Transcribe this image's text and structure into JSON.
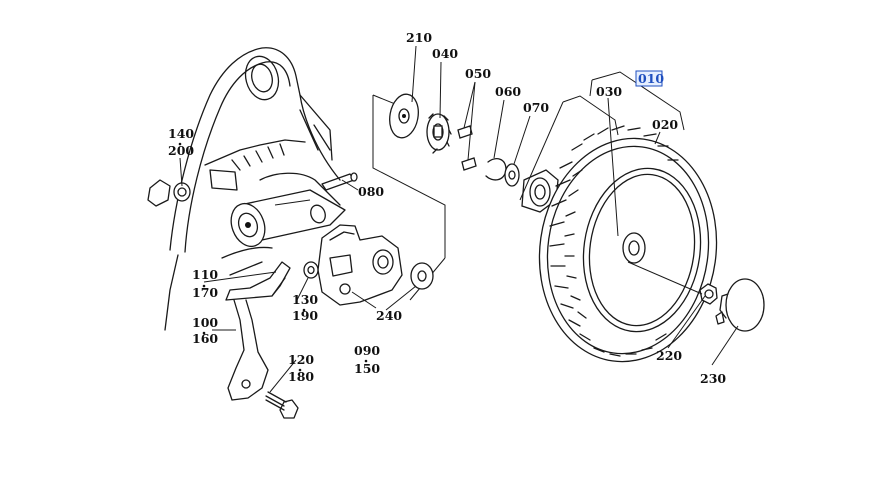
{
  "part_labels": [
    {
      "id": "p210",
      "text": "210"
    },
    {
      "id": "p040",
      "text": "040"
    },
    {
      "id": "p050",
      "text": "050"
    },
    {
      "id": "p060",
      "text": "060"
    },
    {
      "id": "p070",
      "text": "070"
    },
    {
      "id": "p030",
      "text": "030"
    },
    {
      "id": "p010",
      "text": "010",
      "highlighted": true
    },
    {
      "id": "p020",
      "text": "020"
    },
    {
      "id": "p140",
      "text": "140"
    },
    {
      "id": "p200",
      "text": "200"
    },
    {
      "id": "p080",
      "text": "080"
    },
    {
      "id": "p110",
      "text": "110"
    },
    {
      "id": "p170",
      "text": "170"
    },
    {
      "id": "p130",
      "text": "130"
    },
    {
      "id": "p190",
      "text": "190"
    },
    {
      "id": "p100",
      "text": "100"
    },
    {
      "id": "p160",
      "text": "160"
    },
    {
      "id": "p240",
      "text": "240"
    },
    {
      "id": "p090",
      "text": "090"
    },
    {
      "id": "p150",
      "text": "150"
    },
    {
      "id": "p120",
      "text": "120"
    },
    {
      "id": "p180",
      "text": "180"
    },
    {
      "id": "p220",
      "text": "220"
    },
    {
      "id": "p230",
      "text": "230"
    }
  ],
  "colors": {
    "line": "#1a1a1a",
    "highlight_border": "#1f4fbf",
    "highlight_fill": "#e6efff"
  }
}
